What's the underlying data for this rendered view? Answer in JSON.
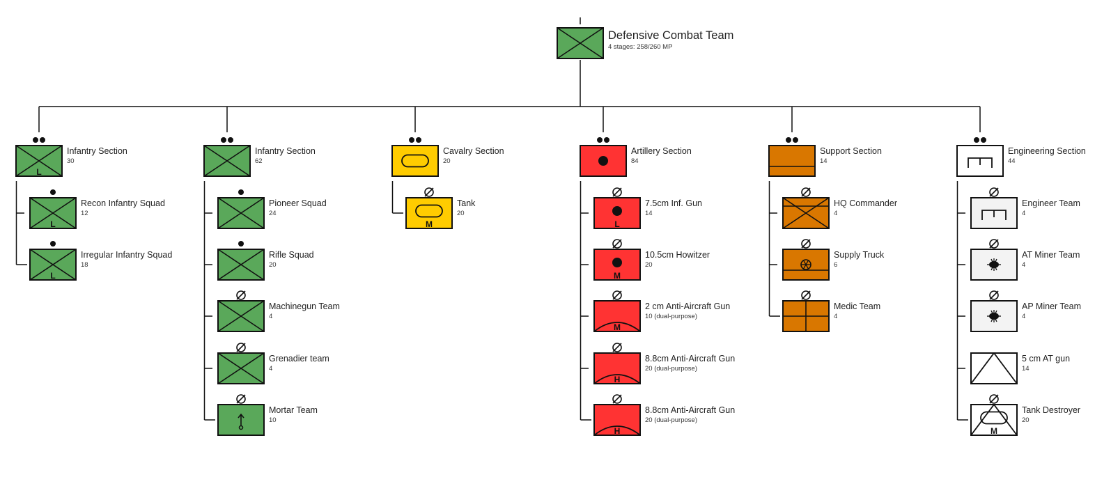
{
  "root": {
    "name": "Defensive Combat Team",
    "subtitle": "4 stages: 258/260 MP",
    "symbol": "infantry",
    "color": "#5aa85a"
  },
  "colors": {
    "infantry": "#5aa85a",
    "cavalry": "#ffcc00",
    "artillery": "#ff3333",
    "support": "#d97700",
    "engineering": "#ffffff",
    "engineering_child": "#f3f3f3",
    "line": "#000000"
  },
  "sections": [
    {
      "name": "Infantry Section",
      "value": "30",
      "symbol": "infantry",
      "modifier": "L",
      "echelon": "section",
      "color": "#5aa85a",
      "children": [
        {
          "name": "Recon Infantry Squad",
          "value": "12",
          "symbol": "infantry",
          "modifier": "L",
          "echelon": "squad",
          "color": "#5aa85a"
        },
        {
          "name": "Irregular Infantry Squad",
          "value": "18",
          "symbol": "infantry",
          "modifier": "L",
          "echelon": "squad",
          "color": "#5aa85a"
        }
      ]
    },
    {
      "name": "Infantry Section",
      "value": "62",
      "symbol": "infantry",
      "modifier": "",
      "echelon": "section",
      "color": "#5aa85a",
      "children": [
        {
          "name": "Pioneer Squad",
          "value": "24",
          "symbol": "infantry",
          "modifier": "",
          "echelon": "squad",
          "color": "#5aa85a"
        },
        {
          "name": "Rifle Squad",
          "value": "20",
          "symbol": "infantry",
          "modifier": "",
          "echelon": "squad",
          "color": "#5aa85a"
        },
        {
          "name": "Machinegun Team",
          "value": "4",
          "symbol": "infantry",
          "modifier": "",
          "echelon": "team",
          "color": "#5aa85a"
        },
        {
          "name": "Grenadier team",
          "value": "4",
          "symbol": "infantry",
          "modifier": "",
          "echelon": "team",
          "color": "#5aa85a"
        },
        {
          "name": "Mortar Team",
          "value": "10",
          "symbol": "mortar",
          "modifier": "",
          "echelon": "team",
          "color": "#5aa85a"
        }
      ]
    },
    {
      "name": "Cavalry Section",
      "value": "20",
      "symbol": "armor",
      "modifier": "",
      "echelon": "section",
      "color": "#ffcc00",
      "children": [
        {
          "name": "Tank",
          "value": "20",
          "symbol": "armor",
          "modifier": "M",
          "echelon": "team",
          "color": "#ffcc00"
        }
      ]
    },
    {
      "name": "Artillery Section",
      "value": "84",
      "symbol": "artillery",
      "modifier": "",
      "echelon": "section",
      "color": "#ff3333",
      "children": [
        {
          "name": "7.5cm Inf. Gun",
          "value": "14",
          "symbol": "artillery",
          "modifier": "L",
          "echelon": "team",
          "color": "#ff3333"
        },
        {
          "name": "10.5cm Howitzer",
          "value": "20",
          "symbol": "artillery",
          "modifier": "M",
          "echelon": "team",
          "color": "#ff3333"
        },
        {
          "name": "2 cm Anti-Aircraft Gun",
          "value": "10 (dual-purpose)",
          "symbol": "air-defense",
          "modifier": "M",
          "echelon": "team",
          "color": "#ff3333"
        },
        {
          "name": "8.8cm Anti-Aircraft Gun",
          "value": "20 (dual-purpose)",
          "symbol": "air-defense",
          "modifier": "H",
          "echelon": "team",
          "color": "#ff3333"
        },
        {
          "name": "8.8cm Anti-Aircraft Gun",
          "value": "20 (dual-purpose)",
          "symbol": "air-defense",
          "modifier": "H",
          "echelon": "team",
          "color": "#ff3333"
        }
      ]
    },
    {
      "name": "Support Section",
      "value": "14",
      "symbol": "support",
      "modifier": "",
      "echelon": "section",
      "color": "#d97700",
      "children": [
        {
          "name": "HQ Commander",
          "value": "4",
          "symbol": "support-infantry",
          "modifier": "",
          "echelon": "team",
          "color": "#d97700"
        },
        {
          "name": "Supply Truck",
          "value": "6",
          "symbol": "supply-wheel",
          "modifier": "",
          "echelon": "team",
          "color": "#d97700"
        },
        {
          "name": "Medic Team",
          "value": "4",
          "symbol": "medical",
          "modifier": "",
          "echelon": "team",
          "color": "#d97700"
        }
      ]
    },
    {
      "name": "Engineering Section",
      "value": "44",
      "symbol": "engineer",
      "modifier": "",
      "echelon": "section",
      "color": "#ffffff",
      "children": [
        {
          "name": "Engineer Team",
          "value": "4",
          "symbol": "engineer",
          "modifier": "",
          "echelon": "team",
          "color": "#f3f3f3"
        },
        {
          "name": "AT Miner Team",
          "value": "4",
          "symbol": "mine",
          "modifier": "",
          "echelon": "team",
          "color": "#f3f3f3"
        },
        {
          "name": "AP Miner Team",
          "value": "4",
          "symbol": "mine",
          "modifier": "",
          "echelon": "team",
          "color": "#f3f3f3"
        },
        {
          "name": "5 cm AT gun",
          "value": "14",
          "symbol": "anti-tank",
          "modifier": "",
          "echelon": "none",
          "color": "#ffffff"
        },
        {
          "name": "Tank Destroyer",
          "value": "20",
          "symbol": "anti-tank-armor",
          "modifier": "M",
          "echelon": "team",
          "color": "#ffffff"
        }
      ]
    }
  ]
}
